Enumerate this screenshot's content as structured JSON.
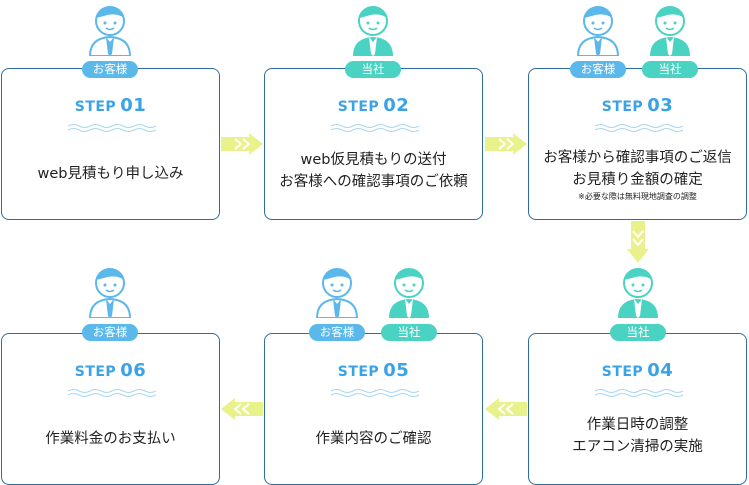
{
  "steps": [
    {
      "step_label": "STEP",
      "number": "01",
      "lines": [
        "web見積もり申し込み"
      ],
      "badges": [
        "お客様"
      ]
    },
    {
      "step_label": "STEP",
      "number": "02",
      "lines": [
        "web仮見積もりの送付",
        "お客様への確認事項のご依頼"
      ],
      "badges": [
        "当社"
      ]
    },
    {
      "step_label": "STEP",
      "number": "03",
      "lines": [
        "お客様から確認事項のご返信",
        "お見積り金額の確定"
      ],
      "note": "※必要な際は無料現地調査の調整",
      "badges": [
        "お客様",
        "当社"
      ]
    },
    {
      "step_label": "STEP",
      "number": "04",
      "lines": [
        "作業日時の調整",
        "エアコン清掃の実施"
      ],
      "badges": [
        "当社"
      ]
    },
    {
      "step_label": "STEP",
      "number": "05",
      "lines": [
        "作業内容のご確認"
      ],
      "badges": [
        "お客様",
        "当社"
      ]
    },
    {
      "step_label": "STEP",
      "number": "06",
      "lines": [
        "作業料金のお支払い"
      ],
      "badges": [
        "お客様"
      ]
    }
  ],
  "colors": {
    "customer": "#5bb8ea",
    "company": "#4ad2c2",
    "arrow": "#e9f28a",
    "border": "#2f6d9c",
    "step": "#3aa3e6"
  }
}
